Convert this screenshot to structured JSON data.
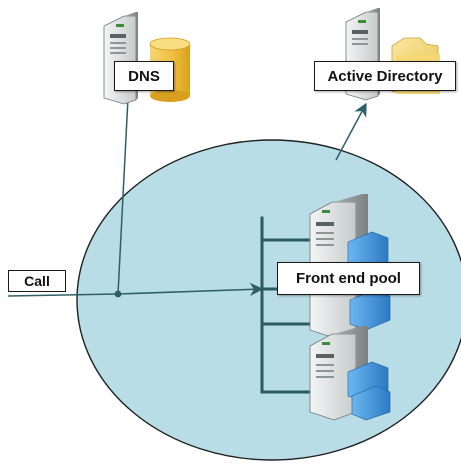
{
  "labels": {
    "dns": "DNS",
    "active_directory": "Active Directory",
    "front_end_pool": "Front end pool",
    "call": "Call"
  },
  "colors": {
    "pool_fill": "#b9dde6",
    "pool_stroke": "#1f1f1f",
    "connector": "#2e5f68",
    "bus": "#2b5a63",
    "server_body": "#e4e6e6",
    "server_dark": "#5b6062",
    "server_face": "#c9cdcd",
    "disk_gold": "#f0c250",
    "disk_gold_dark": "#d49a1a",
    "folder_yellow": "#f7dc7a",
    "storage_blue": "#3d90d8"
  },
  "icons": {
    "dns_server": "server-with-database-icon",
    "ad_server": "server-with-folder-icon",
    "pool_servers": "server-with-storage-icon"
  }
}
